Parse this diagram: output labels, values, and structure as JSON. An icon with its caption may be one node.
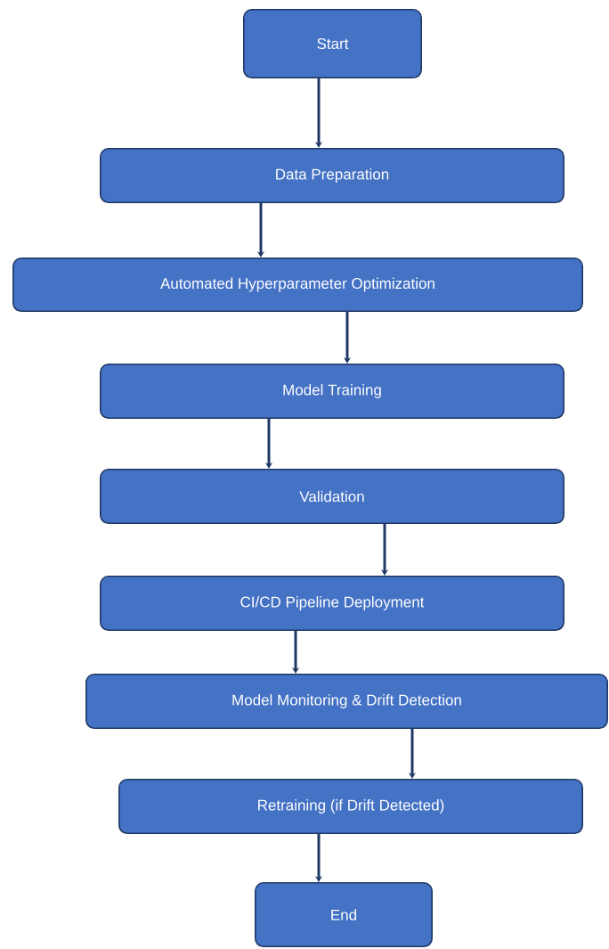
{
  "diagram": {
    "nodes": [
      {
        "text": [
          "Start"
        ]
      },
      {
        "text": [
          "Data Preparation"
        ]
      },
      {
        "text": [
          "Automated Hyperparameter Optimization"
        ]
      },
      {
        "text": [
          "Model Training"
        ]
      },
      {
        "text": [
          "Validation"
        ]
      },
      {
        "text": [
          "CI/CD Pipeline Deployment"
        ]
      },
      {
        "text": [
          "Model Monitoring & Drift Detection"
        ]
      },
      {
        "text": [
          "Retraining (if Drift Detected)"
        ]
      },
      {
        "text": [
          "End"
        ]
      }
    ],
    "edges": [
      {
        "from": 0,
        "to": 1,
        "arrow": "to"
      },
      {
        "from": 1,
        "to": 2,
        "arrow": "to"
      },
      {
        "from": 2,
        "to": 3,
        "arrow": "to"
      },
      {
        "from": 3,
        "to": 4,
        "arrow": "to"
      },
      {
        "from": 4,
        "to": 5,
        "arrow": "to"
      },
      {
        "from": 5,
        "to": 6,
        "arrow": "to"
      },
      {
        "from": 6,
        "to": 7,
        "arrow": "to"
      },
      {
        "from": 7,
        "to": 8,
        "arrow": "to"
      }
    ]
  }
}
